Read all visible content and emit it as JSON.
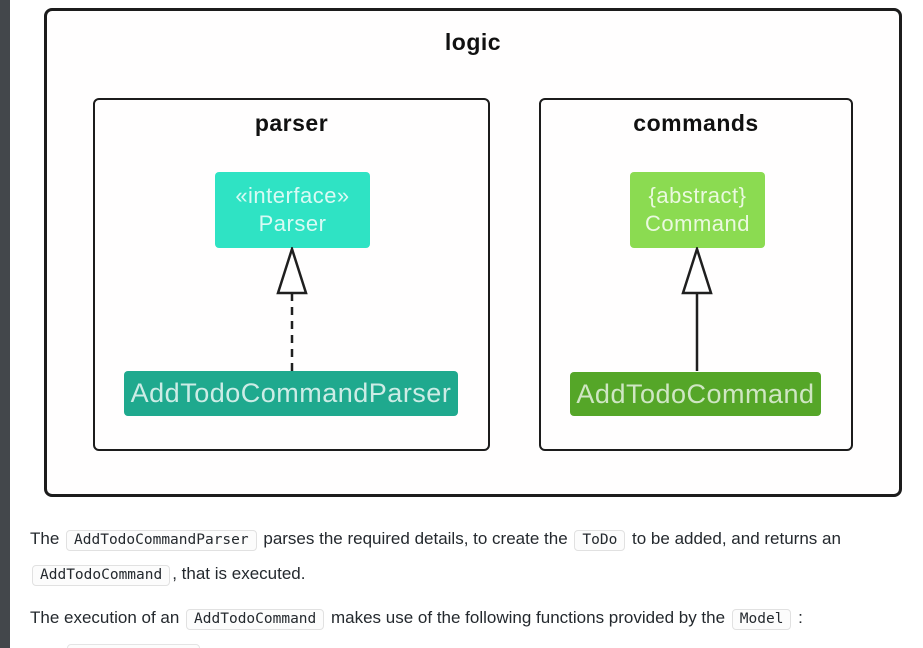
{
  "colors": {
    "gutter": "#43474b",
    "package_border": "#1c1c1c",
    "interface_box_bg": "#2fe3c4",
    "interface_impl_bg": "#1fa98e",
    "abstract_box_bg": "#8bdb51",
    "abstract_impl_bg": "#55a628",
    "box_label_text": "rgba(255,255,255,0.8)",
    "body_text": "#24292e"
  },
  "diagram": {
    "title": "logic",
    "packages": [
      {
        "title": "parser",
        "parent_box": {
          "stereotype": "«interface»",
          "name": "Parser"
        },
        "child_box": {
          "name": "AddTodoCommandParser"
        },
        "relation": "dashed-realization-arrow"
      },
      {
        "title": "commands",
        "parent_box": {
          "stereotype": "{abstract}",
          "name": "Command"
        },
        "child_box": {
          "name": "AddTodoCommand"
        },
        "relation": "solid-inheritance-arrow"
      }
    ]
  },
  "content": {
    "p1": {
      "t1": "The ",
      "code1": "AddTodoCommandParser",
      "t2": " parses the required details, to create the ",
      "code2": "ToDo",
      "t3": " to be added, and returns an ",
      "code3": "AddTodoCommand",
      "t4": ", that is executed."
    },
    "p2": {
      "t1": "The execution of an ",
      "code1": "AddTodoCommand",
      "t2": " makes use of the following functions provided by the ",
      "code2": "Model",
      "t3": " :"
    }
  }
}
